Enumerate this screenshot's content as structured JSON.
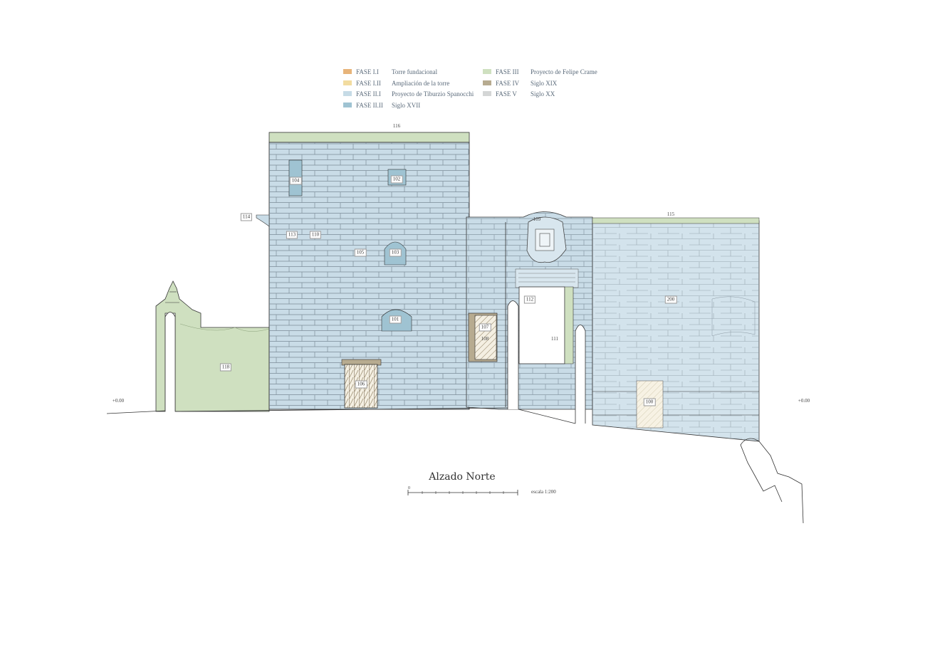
{
  "legend": [
    {
      "code": "FASE I.I",
      "desc": "Torre fundacional",
      "color": "#e7b47a"
    },
    {
      "code": "FASE I.II",
      "desc": "Ampliación de la torre",
      "color": "#f2dca0"
    },
    {
      "code": "FASE II.I",
      "desc": "Proyecto de Tiburzio Spanocchi",
      "color": "#c6dbe6"
    },
    {
      "code": "FASE II.II",
      "desc": "Siglo XVII",
      "color": "#9fc3d2"
    },
    {
      "code": "FASE III",
      "desc": "Proyecto de Felipe Crame",
      "color": "#cfe0c0"
    },
    {
      "code": "FASE IV",
      "desc": "Siglo XIX",
      "color": "#b7ab90"
    },
    {
      "code": "FASE V",
      "desc": "Siglo XX",
      "color": "#d4d6d6"
    }
  ],
  "labels": {
    "l116": "116",
    "l104": "104",
    "l102": "102",
    "l114": "114",
    "l113": "113",
    "l110": "110",
    "l105": "105",
    "l103": "103",
    "l101": "101",
    "l107": "107",
    "l108": "108",
    "l118": "118",
    "l106": "106",
    "l109": "109",
    "l115": "115",
    "l112": "112",
    "l111": "111",
    "l200": "200",
    "l100": "100"
  },
  "levels": {
    "left": "+0.00",
    "right": "+0.00"
  },
  "title": "Alzado Norte",
  "scale": {
    "zero": "0",
    "label": "escala 1:200"
  }
}
